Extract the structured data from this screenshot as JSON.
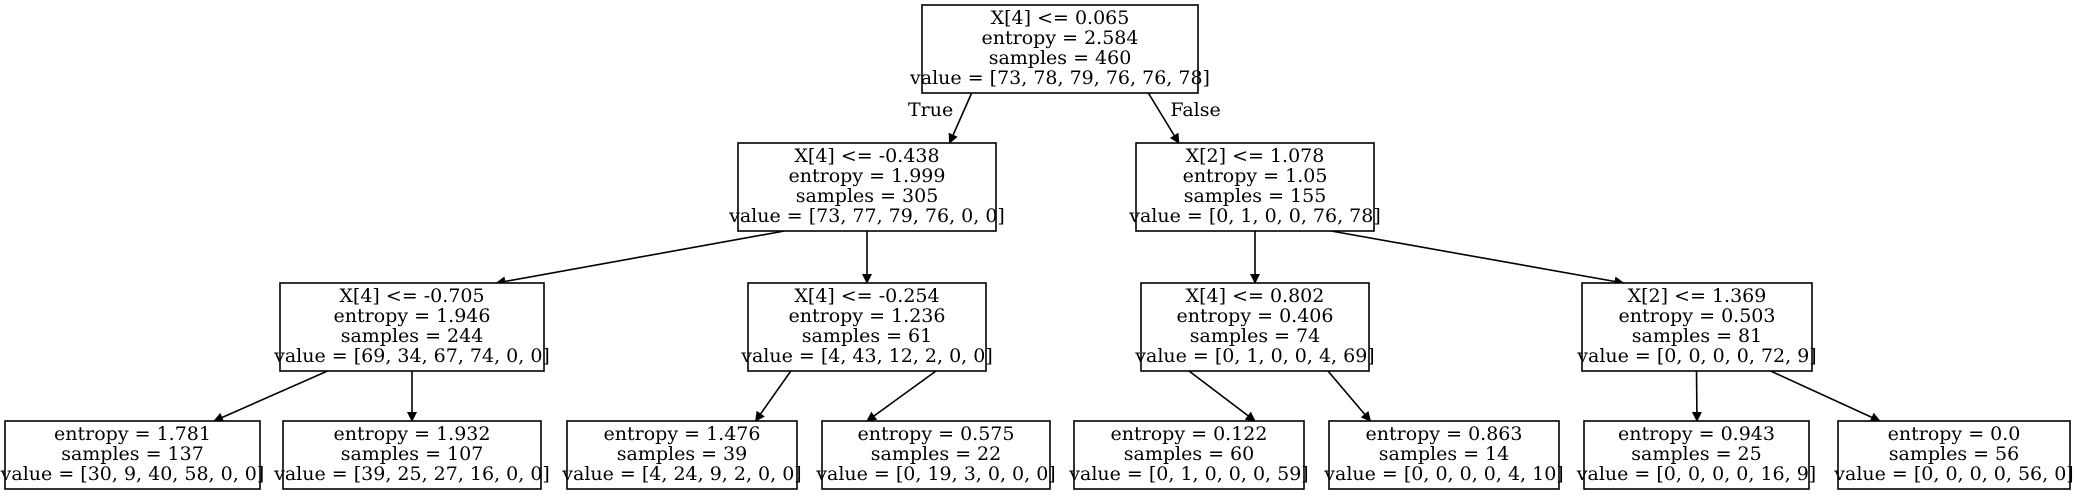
{
  "tree": {
    "nodes": [
      {
        "id": "n0",
        "lines": [
          "X[4] <= 0.065",
          "entropy = 2.584",
          "samples = 460",
          "value = [73, 78, 79, 76, 76, 78]"
        ]
      },
      {
        "id": "n1",
        "lines": [
          "X[4] <= -0.438",
          "entropy = 1.999",
          "samples = 305",
          "value = [73, 77, 79, 76, 0, 0]"
        ]
      },
      {
        "id": "n2",
        "lines": [
          "X[2] <= 1.078",
          "entropy = 1.05",
          "samples = 155",
          "value = [0, 1, 0, 0, 76, 78]"
        ]
      },
      {
        "id": "n3",
        "lines": [
          "X[4] <= -0.705",
          "entropy = 1.946",
          "samples = 244",
          "value = [69, 34, 67, 74, 0, 0]"
        ]
      },
      {
        "id": "n4",
        "lines": [
          "X[4] <= -0.254",
          "entropy = 1.236",
          "samples = 61",
          "value = [4, 43, 12, 2, 0, 0]"
        ]
      },
      {
        "id": "n5",
        "lines": [
          "X[4] <= 0.802",
          "entropy = 0.406",
          "samples = 74",
          "value = [0, 1, 0, 0, 4, 69]"
        ]
      },
      {
        "id": "n6",
        "lines": [
          "X[2] <= 1.369",
          "entropy = 0.503",
          "samples = 81",
          "value = [0, 0, 0, 0, 72, 9]"
        ]
      },
      {
        "id": "n7",
        "lines": [
          "entropy = 1.781",
          "samples = 137",
          "value = [30, 9, 40, 58, 0, 0]"
        ]
      },
      {
        "id": "n8",
        "lines": [
          "entropy = 1.932",
          "samples = 107",
          "value = [39, 25, 27, 16, 0, 0]"
        ]
      },
      {
        "id": "n9",
        "lines": [
          "entropy = 1.476",
          "samples = 39",
          "value = [4, 24, 9, 2, 0, 0]"
        ]
      },
      {
        "id": "n10",
        "lines": [
          "entropy = 0.575",
          "samples = 22",
          "value = [0, 19, 3, 0, 0, 0]"
        ]
      },
      {
        "id": "n11",
        "lines": [
          "entropy = 0.122",
          "samples = 60",
          "value = [0, 1, 0, 0, 0, 59]"
        ]
      },
      {
        "id": "n12",
        "lines": [
          "entropy = 0.863",
          "samples = 14",
          "value = [0, 0, 0, 0, 4, 10]"
        ]
      },
      {
        "id": "n13",
        "lines": [
          "entropy = 0.943",
          "samples = 25",
          "value = [0, 0, 0, 0, 16, 9]"
        ]
      },
      {
        "id": "n14",
        "lines": [
          "entropy = 0.0",
          "samples = 56",
          "value = [0, 0, 0, 0, 56, 0]"
        ]
      }
    ],
    "edges": [
      {
        "from": "n0",
        "to": "n1",
        "label": "True"
      },
      {
        "from": "n0",
        "to": "n2",
        "label": "False"
      },
      {
        "from": "n1",
        "to": "n3",
        "label": ""
      },
      {
        "from": "n1",
        "to": "n4",
        "label": ""
      },
      {
        "from": "n2",
        "to": "n5",
        "label": ""
      },
      {
        "from": "n2",
        "to": "n6",
        "label": ""
      },
      {
        "from": "n3",
        "to": "n7",
        "label": ""
      },
      {
        "from": "n3",
        "to": "n8",
        "label": ""
      },
      {
        "from": "n4",
        "to": "n9",
        "label": ""
      },
      {
        "from": "n4",
        "to": "n10",
        "label": ""
      },
      {
        "from": "n5",
        "to": "n11",
        "label": ""
      },
      {
        "from": "n5",
        "to": "n12",
        "label": ""
      },
      {
        "from": "n6",
        "to": "n13",
        "label": ""
      },
      {
        "from": "n6",
        "to": "n14",
        "label": ""
      }
    ]
  }
}
